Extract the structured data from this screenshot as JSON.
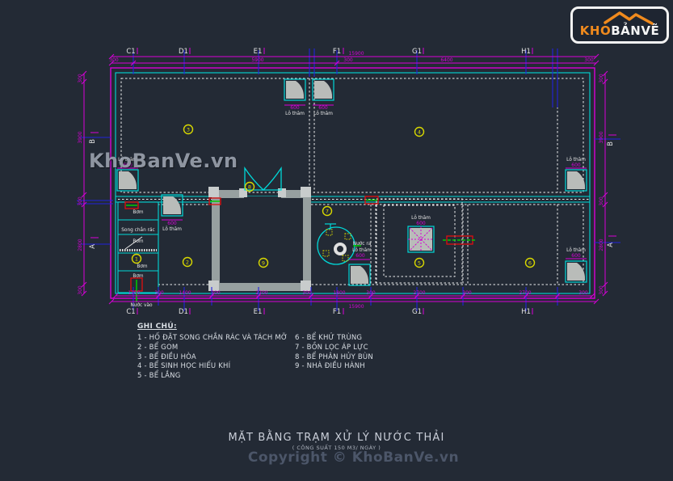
{
  "logo": {
    "kho": "KHO",
    "banve": "BẢNVẼ"
  },
  "watermark": "KhoBanVe.vn",
  "legend": {
    "heading": "GHI CHÚ:",
    "col1": [
      "1 - HỐ ĐẶT SONG CHẮN RÁC VÀ TÁCH MỠ",
      "2 - BỂ GOM",
      "3 - BỂ ĐIỀU HÒA",
      "4 - BỂ SINH HỌC HIẾU KHÍ",
      "5 - BỂ LẮNG"
    ],
    "col2": [
      "6 - BỂ KHỬ TRÙNG",
      "7 - BỒN LỌC ÁP LỰC",
      "8 - BỂ PHÂN HỦY BÙN",
      "9 - NHÀ ĐIỀU HÀNH"
    ]
  },
  "title": {
    "main": "MẶT BẰNG TRẠM XỬ LÝ NƯỚC THẢI",
    "sub": "( CÔNG SUẤT 150 M3/ NGÀY )",
    "copyright": "Copyright © KhoBanVe.vn"
  },
  "plan": {
    "grid": {
      "cols": [
        "C1",
        "D1",
        "E1",
        "F1",
        "G1",
        "H1"
      ],
      "rows": [
        "B",
        "A"
      ]
    },
    "dims": {
      "total": "15900",
      "top": [
        "300",
        "5900",
        "300",
        "6400",
        "300"
      ],
      "bottom": [
        "1200",
        "300",
        "1400",
        "300",
        "2700",
        "300",
        "1800",
        "300",
        "2700",
        "300",
        "2700",
        "300"
      ],
      "side": [
        "300",
        "3900",
        "300",
        "2800",
        "300"
      ],
      "opening": "600"
    },
    "labels": {
      "lo_tham": "Lỗ thăm",
      "nuoc_vao": "Nước vào",
      "nuoc_ra": "Nước ra",
      "bom": "Bơm",
      "song_chan_rac": "Song chắn rác"
    },
    "circles": [
      {
        "n": "1"
      },
      {
        "n": "2"
      },
      {
        "n": "3"
      },
      {
        "n": "4"
      },
      {
        "n": "5"
      },
      {
        "n": "6"
      },
      {
        "n": "7"
      },
      {
        "n": "8"
      },
      {
        "n": "9"
      }
    ]
  }
}
